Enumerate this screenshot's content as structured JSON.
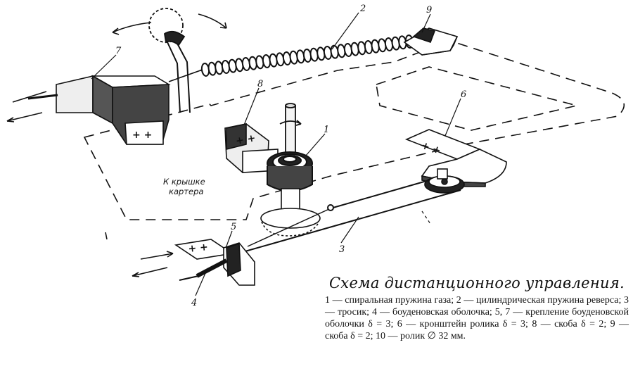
{
  "labels": {
    "l1": "1",
    "l2": "2",
    "l3": "3",
    "l4": "4",
    "l5": "5",
    "l6": "6",
    "l7": "7",
    "l8": "8",
    "l9": "9"
  },
  "note": {
    "line1": "К крышке",
    "line2": "картера"
  },
  "plus_marks": "+ +",
  "caption": {
    "title": "Схема дистанционного управления.",
    "body": "1 — спиральная пружина газа; 2 — цилиндрическая пружина реверса; 3 — тросик; 4 — боуденовская оболочка; 5, 7 — крепление боуденовской оболочки δ = 3; 6 — кронштейн ролика δ = 3; 8 — скоба δ = 2; 9 — скоба δ = 2; 10 — ролик ∅ 32 мм."
  }
}
